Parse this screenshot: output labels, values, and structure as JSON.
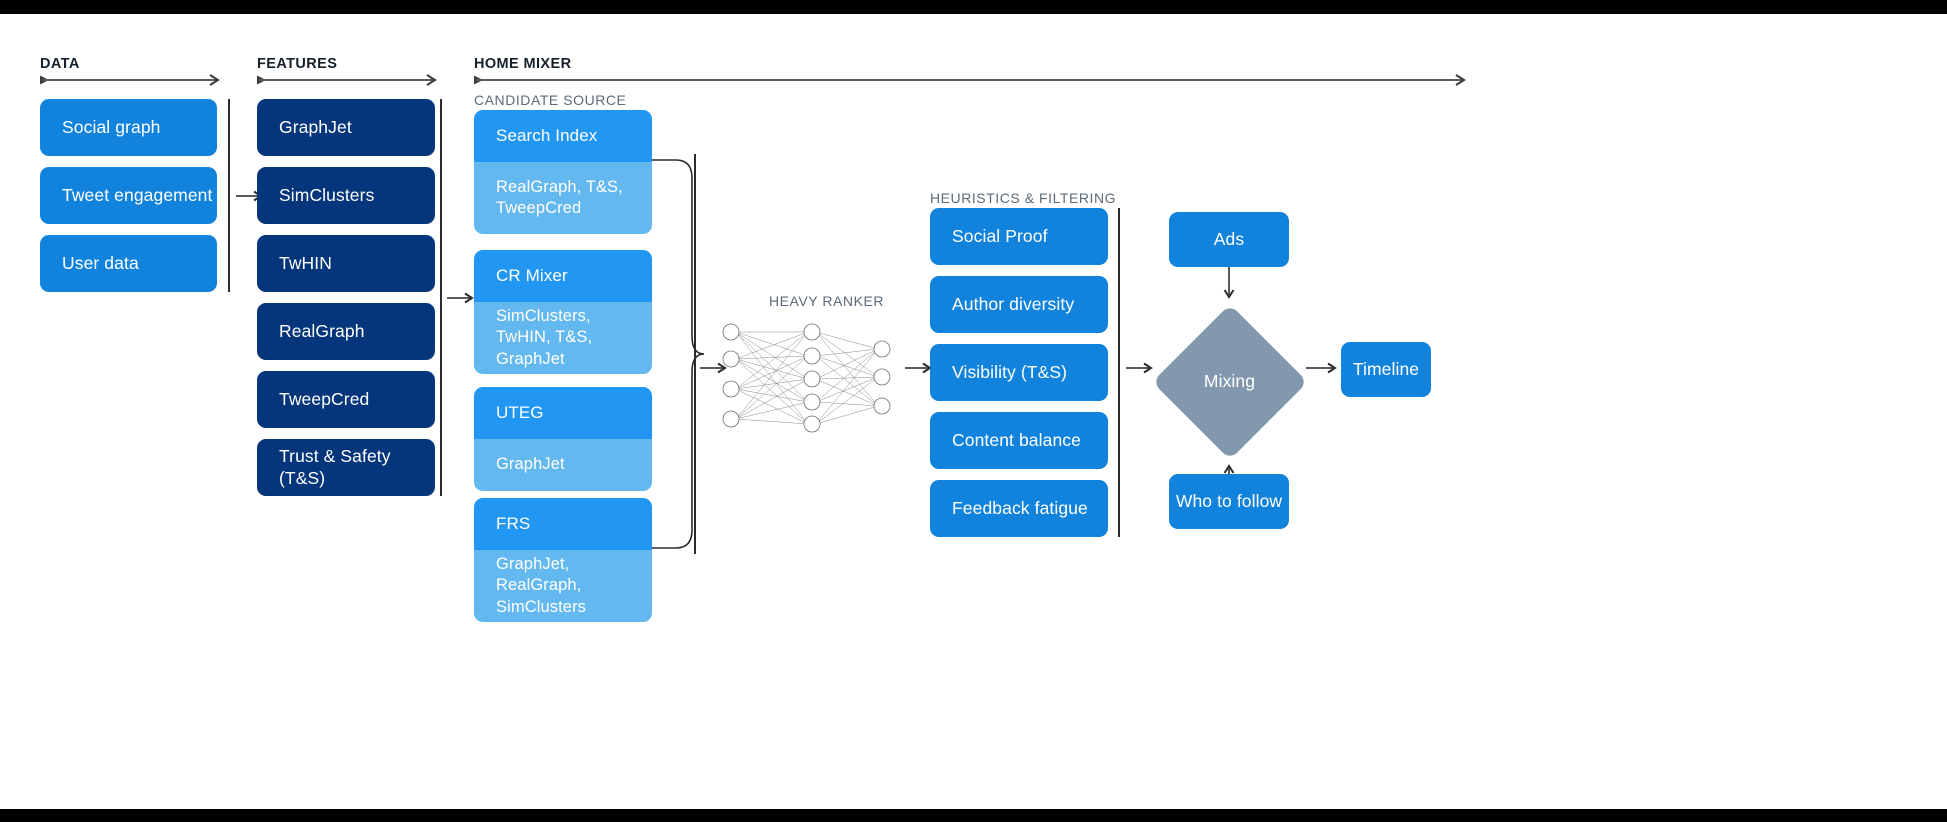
{
  "sections": [
    {
      "id": "data",
      "label": "DATA"
    },
    {
      "id": "features",
      "label": "FEATURES"
    },
    {
      "id": "home",
      "label": "HOME MIXER"
    }
  ],
  "subheads": {
    "candidate_source": "CANDIDATE SOURCE",
    "heavy_ranker": "HEAVY RANKER",
    "heuristics": "HEURISTICS & FILTERING"
  },
  "data_column": {
    "items": [
      {
        "label": "Social graph"
      },
      {
        "label": "Tweet engagement"
      },
      {
        "label": "User data"
      }
    ]
  },
  "features_column": {
    "items": [
      {
        "label": "GraphJet"
      },
      {
        "label": "SimClusters"
      },
      {
        "label": "TwHIN"
      },
      {
        "label": "RealGraph"
      },
      {
        "label": "TweepCred"
      },
      {
        "label": "Trust & Safety (T&S)"
      }
    ]
  },
  "candidate_sources": [
    {
      "title": "Search Index",
      "features": "RealGraph, T&S, TweepCred"
    },
    {
      "title": "CR Mixer",
      "features": "SimClusters, TwHIN, T&S, GraphJet"
    },
    {
      "title": "UTEG",
      "features": "GraphJet"
    },
    {
      "title": "FRS",
      "features": "GraphJet, RealGraph, SimClusters"
    }
  ],
  "heuristics_column": {
    "items": [
      {
        "label": "Social Proof"
      },
      {
        "label": "Author diversity"
      },
      {
        "label": "Visibility (T&S)"
      },
      {
        "label": "Content balance"
      },
      {
        "label": "Feedback fatigue"
      }
    ]
  },
  "output_stage": {
    "ads": "Ads",
    "mixing": "Mixing",
    "who_to_follow": "Who to follow",
    "timeline": "Timeline"
  },
  "colors": {
    "blue": "#1183dd",
    "dark_blue": "#05357a",
    "card_head": "#2196f3",
    "card_body": "#64b8f0",
    "diamond": "#8298ae",
    "line": "#4a4a4a",
    "subhead_text": "#5b6b79"
  }
}
